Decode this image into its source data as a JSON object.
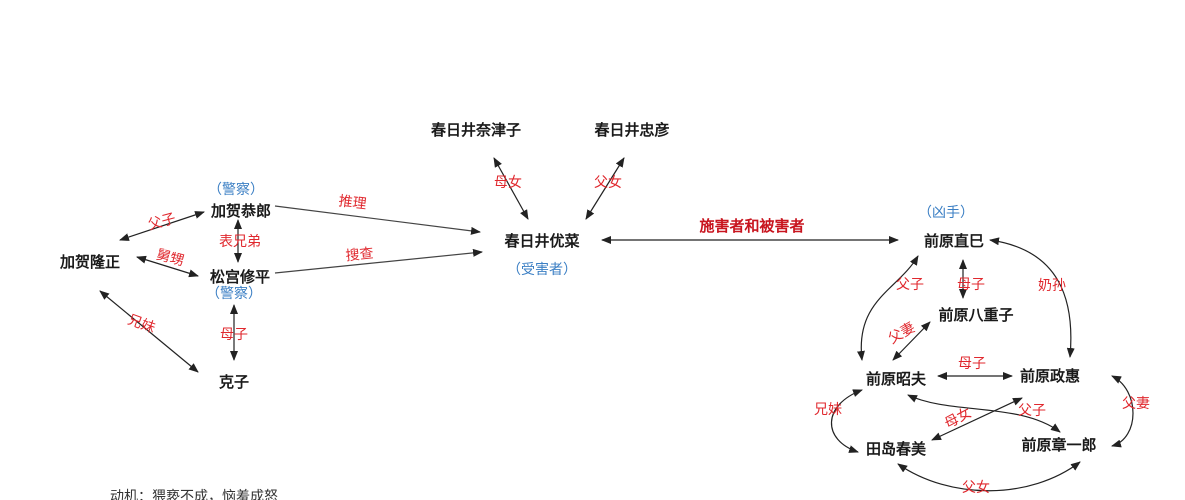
{
  "nodes": {
    "nanako": "春日井奈津子",
    "tadahiko": "春日井忠彦",
    "yuna": "春日井优菜",
    "kaga_kyoichiro": "加贺恭郎",
    "kaga_takamasa": "加贺隆正",
    "matsumiya": "松宫修平",
    "katsuko": "克子",
    "naomi": "前原直巳",
    "yaeko": "前原八重子",
    "akio": "前原昭夫",
    "masae": "前原政惠",
    "harumi": "田岛春美",
    "shoichiro": "前原章一郎"
  },
  "roles": {
    "police_1": "（警察）",
    "police_2": "（警察）",
    "victim": "（受害者）",
    "culprit": "（凶手）"
  },
  "relations": {
    "reasoning": "推理",
    "investigation": "搜查",
    "mother_daughter_1": "母女",
    "father_daughter_1": "父女",
    "father_son_1": "父子",
    "uncle_nephew": "舅甥",
    "cousins": "表兄弟",
    "siblings_1": "兄妹",
    "mother_son_1": "母子",
    "perpetrator_victim": "施害者和被害者",
    "father_son_2": "父子",
    "mother_son_2": "母子",
    "grandmother_grandson": "奶孙",
    "husband_wife_1": "父妻",
    "mother_son_3": "母子",
    "siblings_2": "兄妹",
    "mother_daughter_2": "母女",
    "father_son_3": "父子",
    "husband_wife_2": "父妻",
    "father_daughter_2": "父女"
  },
  "note": "动机：猥亵不成，恼羞成怒"
}
